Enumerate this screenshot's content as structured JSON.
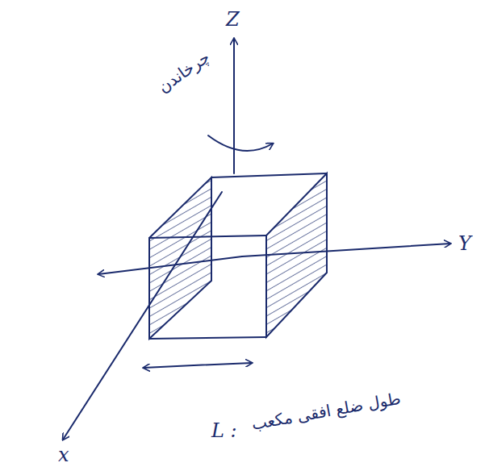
{
  "diagram": {
    "labels": [
      "Z",
      "Y",
      "x",
      "چرخاندن",
      "L :",
      "طول ضلع افقی مکعب"
    ]
  }
}
